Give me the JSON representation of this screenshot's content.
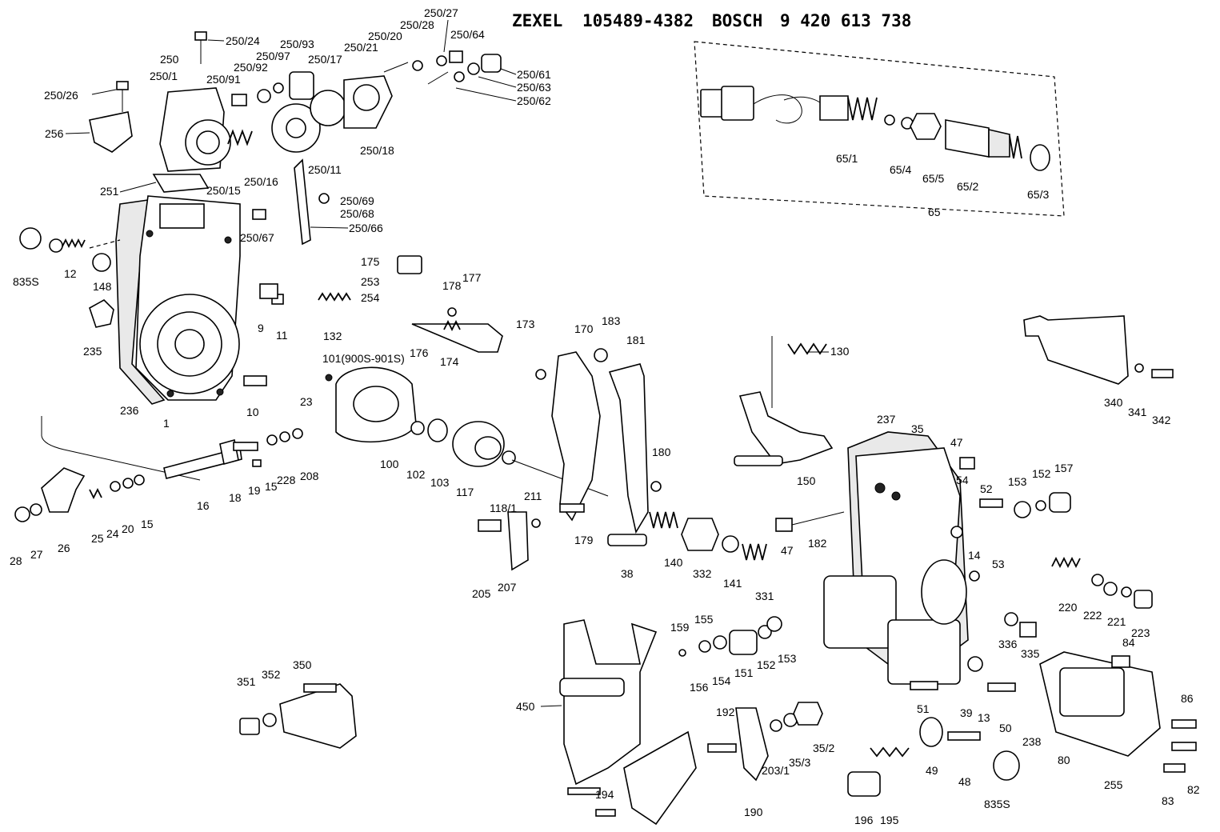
{
  "header": {
    "zexel_label": "ZEXEL",
    "zexel_number": "105489-4382",
    "bosch_label": "BOSCH",
    "bosch_number": "9 420 613 738"
  },
  "labels": {
    "l_250_27": "250/27",
    "l_250_28": "250/28",
    "l_250_64": "250/64",
    "l_250_20": "250/20",
    "l_250_21": "250/21",
    "l_250_24": "250/24",
    "l_250_93": "250/93",
    "l_250_97": "250/97",
    "l_250_92": "250/92",
    "l_250_91": "250/91",
    "l_250_17": "250/17",
    "l_250": "250",
    "l_250_1": "250/1",
    "l_250_26": "250/26",
    "l_250_61": "250/61",
    "l_250_63": "250/63",
    "l_250_62": "250/62",
    "l_256": "256",
    "l_250_18": "250/18",
    "l_250_11": "250/11",
    "l_251": "251",
    "l_250_15": "250/15",
    "l_250_16": "250/16",
    "l_250_69": "250/69",
    "l_250_68": "250/68",
    "l_250_67": "250/67",
    "l_250_66": "250/66",
    "l_65_1": "65/1",
    "l_65_4": "65/4",
    "l_65_5": "65/5",
    "l_65_2": "65/2",
    "l_65_3": "65/3",
    "l_65": "65",
    "l_835S_a": "835S",
    "l_12": "12",
    "l_148": "148",
    "l_235": "235",
    "l_236": "236",
    "l_1": "1",
    "l_175": "175",
    "l_253": "253",
    "l_254": "254",
    "l_9": "9",
    "l_11": "11",
    "l_132": "132",
    "l_178": "178",
    "l_177": "177",
    "l_173": "173",
    "l_176": "176",
    "l_174": "174",
    "l_170": "170",
    "l_183": "183",
    "l_181": "181",
    "l_130": "130",
    "l_101": "101(900S-901S)",
    "l_10": "10",
    "l_23": "23",
    "l_100": "100",
    "l_102": "102",
    "l_103": "103",
    "l_117": "117",
    "l_118_1": "118/1",
    "l_16": "16",
    "l_18": "18",
    "l_19": "19",
    "l_15a": "15",
    "l_228": "228",
    "l_208": "208",
    "l_28": "28",
    "l_27": "27",
    "l_26": "26",
    "l_25": "25",
    "l_24": "24",
    "l_20": "20",
    "l_15b": "15",
    "l_211": "211",
    "l_179": "179",
    "l_180": "180",
    "l_205": "205",
    "l_207": "207",
    "l_38": "38",
    "l_140": "140",
    "l_332": "332",
    "l_141": "141",
    "l_331": "331",
    "l_150": "150",
    "l_237": "237",
    "l_35": "35",
    "l_47a": "47",
    "l_54": "54",
    "l_52": "52",
    "l_153a": "153",
    "l_152a": "152",
    "l_157": "157",
    "l_47b": "47",
    "l_182": "182",
    "l_14": "14",
    "l_53": "53",
    "l_220": "220",
    "l_222": "222",
    "l_221": "221",
    "l_223": "223",
    "l_340": "340",
    "l_341": "341",
    "l_342": "342",
    "l_336": "336",
    "l_335": "335",
    "l_84": "84",
    "l_159": "159",
    "l_155": "155",
    "l_156": "156",
    "l_154": "154",
    "l_151": "151",
    "l_152b": "152",
    "l_153b": "153",
    "l_39": "39",
    "l_13": "13",
    "l_50": "50",
    "l_51": "51",
    "l_450": "450",
    "l_351": "351",
    "l_352": "352",
    "l_350": "350",
    "l_192": "192",
    "l_203_1": "203/1",
    "l_35_3": "35/3",
    "l_35_2": "35/2",
    "l_238": "238",
    "l_80": "80",
    "l_86": "86",
    "l_82": "82",
    "l_255": "255",
    "l_83": "83",
    "l_49": "49",
    "l_48": "48",
    "l_835S_b": "835S",
    "l_194": "194",
    "l_190": "190",
    "l_196": "196",
    "l_195": "195"
  }
}
